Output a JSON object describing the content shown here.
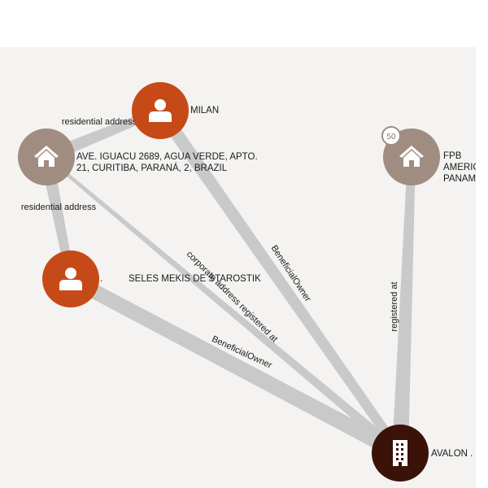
{
  "colors": {
    "background": "#f4f3f1",
    "edge": "#c9c9c9",
    "person_node": "#c64a17",
    "address_node": "#a08c80",
    "company_node": "#3b1208",
    "badge_fill": "#ffffff",
    "badge_stroke": "#a08c80"
  },
  "nodes": [
    {
      "id": "milan",
      "type": "person",
      "icon": "person-icon",
      "label_lines": [
        "MILAN"
      ]
    },
    {
      "id": "ave",
      "type": "address",
      "icon": "house-icon",
      "label_lines": [
        "AVE. IGUACU 2689, AGUA VERDE, APTO.",
        "21, CURITIBA, PARANÁ, 2, BRAZIL"
      ]
    },
    {
      "id": "seles",
      "type": "person",
      "icon": "person-icon",
      "dot": ".",
      "label_lines": [
        "SELES MEKIS DE STAROSTIK"
      ]
    },
    {
      "id": "fpb",
      "type": "address",
      "icon": "house-icon",
      "badge": "50",
      "label_lines": [
        "FPB",
        "AMERIC",
        "PANAM"
      ]
    },
    {
      "id": "avalon",
      "type": "company",
      "icon": "building-icon",
      "label_lines": [
        "AVALON ."
      ]
    }
  ],
  "edges": [
    {
      "id": "ave-milan",
      "from": "ave",
      "to": "milan",
      "label": "residential address"
    },
    {
      "id": "ave-seles",
      "from": "ave",
      "to": "seles",
      "label": "residential address"
    },
    {
      "id": "ave-avalon",
      "from": "ave",
      "to": "avalon",
      "label": "corporate address registered at"
    },
    {
      "id": "milan-avalon",
      "from": "milan",
      "to": "avalon",
      "label": "BeneficialOwner"
    },
    {
      "id": "seles-avalon",
      "from": "seles",
      "to": "avalon",
      "label": "BeneficialOwner"
    },
    {
      "id": "fpb-avalon",
      "from": "fpb",
      "to": "avalon",
      "label": "registered at"
    }
  ]
}
